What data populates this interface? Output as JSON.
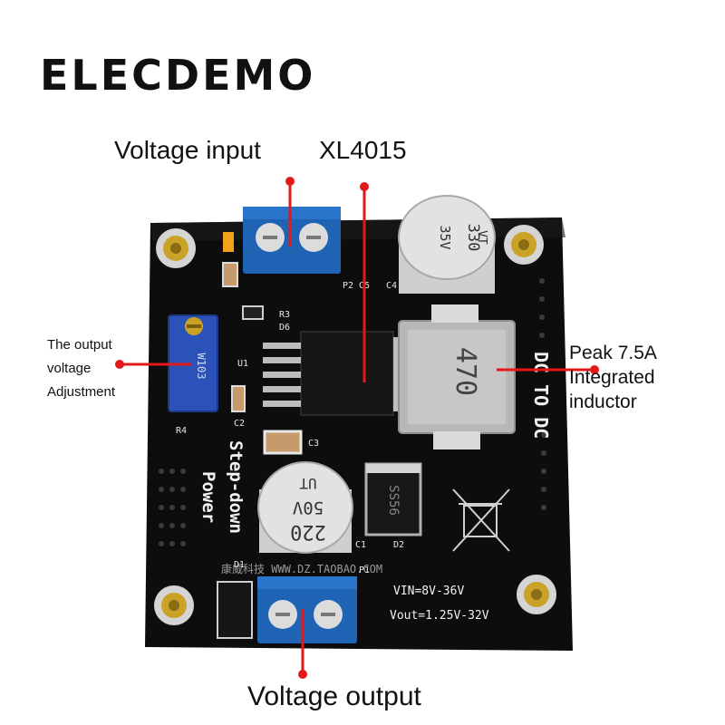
{
  "brand": "ELECDEMO",
  "callouts": {
    "voltage_input": "Voltage input",
    "chip": "XL4015",
    "adjust": [
      "The output",
      "voltage",
      "Adjustment"
    ],
    "inductor": [
      "Peak 7.5A",
      "Integrated",
      "inductor"
    ],
    "voltage_output": "Voltage output"
  },
  "board_print": {
    "title": "DC TO DC",
    "subtitle": "Step-down",
    "subtitle2": "Power",
    "vin": "VIN=8V-36V",
    "vout": "Vout=1.25V-32V",
    "shop": "康威科技 WWW.DZ.TAOBAO.COM",
    "inductor_value": "470",
    "cap_top": [
      "330",
      "35V",
      "VT"
    ],
    "cap_bottom": [
      "220",
      "50V",
      "UT"
    ],
    "diode": "SS56",
    "pot": "W103",
    "refs": [
      "P2",
      "C5",
      "C4",
      "R3",
      "D6",
      "U1",
      "C2",
      "C3",
      "R4",
      "C1",
      "D2",
      "D1",
      "P1"
    ]
  },
  "colors": {
    "board": "#0d0d0d",
    "terminal": "#1f63b5",
    "pointer": "#e31818",
    "inductor": "#b8b8b8",
    "capacitor": "#d8d8d8",
    "brass": "#c9a227",
    "pot": "#2a52b8"
  }
}
